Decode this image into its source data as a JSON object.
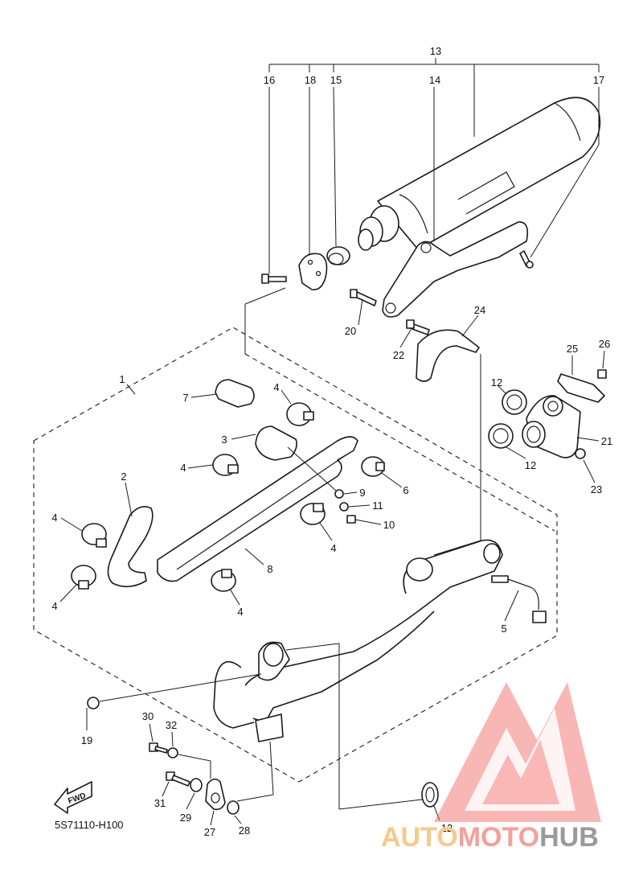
{
  "diagram": {
    "code": "5S71110-H100",
    "fwd_label": "FWD",
    "callouts": [
      {
        "id": "c13",
        "label": "13"
      },
      {
        "id": "c16",
        "label": "16"
      },
      {
        "id": "c18",
        "label": "18"
      },
      {
        "id": "c15",
        "label": "15"
      },
      {
        "id": "c14",
        "label": "14"
      },
      {
        "id": "c17",
        "label": "17"
      },
      {
        "id": "c20",
        "label": "20"
      },
      {
        "id": "c22",
        "label": "22"
      },
      {
        "id": "c24",
        "label": "24"
      },
      {
        "id": "c25",
        "label": "25"
      },
      {
        "id": "c26",
        "label": "26"
      },
      {
        "id": "c1",
        "label": "1"
      },
      {
        "id": "c7",
        "label": "7"
      },
      {
        "id": "c4a",
        "label": "4"
      },
      {
        "id": "c3",
        "label": "3"
      },
      {
        "id": "c4b",
        "label": "4"
      },
      {
        "id": "c2",
        "label": "2"
      },
      {
        "id": "c4c",
        "label": "4"
      },
      {
        "id": "c4d",
        "label": "4"
      },
      {
        "id": "c12a",
        "label": "12"
      },
      {
        "id": "c21",
        "label": "21"
      },
      {
        "id": "c12b",
        "label": "12"
      },
      {
        "id": "c23",
        "label": "23"
      },
      {
        "id": "c6",
        "label": "6"
      },
      {
        "id": "c9",
        "label": "9"
      },
      {
        "id": "c11",
        "label": "11"
      },
      {
        "id": "c10",
        "label": "10"
      },
      {
        "id": "c4e",
        "label": "4"
      },
      {
        "id": "c8",
        "label": "8"
      },
      {
        "id": "c4f",
        "label": "4"
      },
      {
        "id": "c5",
        "label": "5"
      },
      {
        "id": "c19",
        "label": "19"
      },
      {
        "id": "c30",
        "label": "30"
      },
      {
        "id": "c32",
        "label": "32"
      },
      {
        "id": "c31",
        "label": "31"
      },
      {
        "id": "c29",
        "label": "29"
      },
      {
        "id": "c27",
        "label": "27"
      },
      {
        "id": "c28",
        "label": "28"
      },
      {
        "id": "c12c",
        "label": "12"
      }
    ]
  },
  "watermark": {
    "word_1": "AUTO",
    "word_2": "MOTO",
    "word_3": "HUB",
    "colors": {
      "auto": "#f7c98a",
      "moto": "#f4a09a",
      "hub": "#9a9a9a",
      "logo": "#f26a64"
    }
  }
}
